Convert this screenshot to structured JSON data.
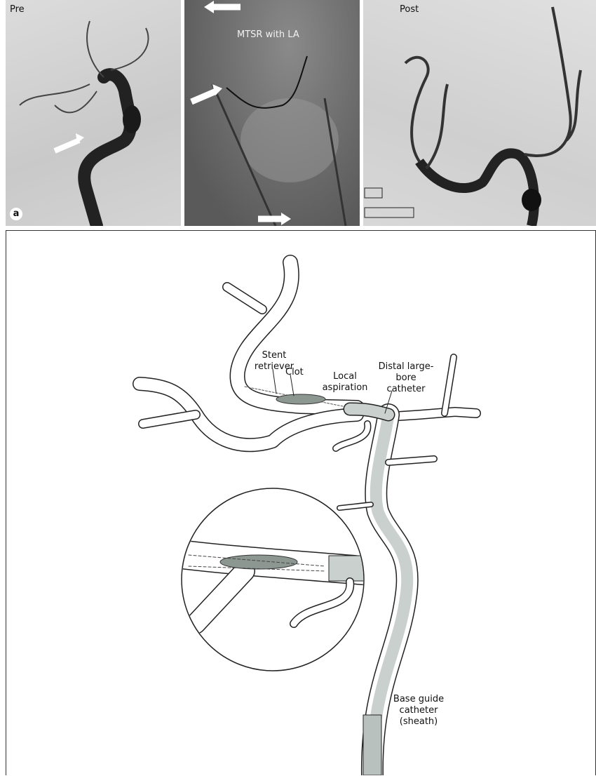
{
  "panels": {
    "pre_label": "Pre",
    "mid_label": "MTSR with LA",
    "post_label": "Post",
    "figure_letter": "a"
  },
  "diagram": {
    "labels": {
      "stent_retriever": "Stent retriever",
      "clot": "Clot",
      "local_aspiration": "Local aspiration",
      "distal_catheter": "Distal large-bore catheter",
      "base_guide": "Base guide catheter (sheath)"
    }
  },
  "colors": {
    "catheter_fill": "#c9d0cd",
    "vessel_stroke": "#222222"
  }
}
